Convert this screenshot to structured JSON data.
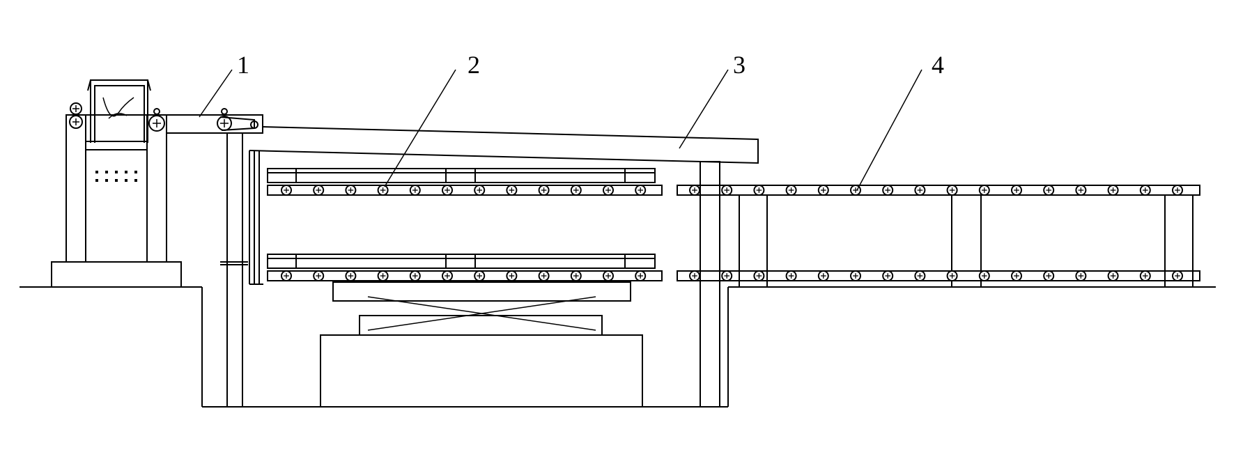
{
  "callouts": [
    {
      "id": "1",
      "label": "1"
    },
    {
      "id": "2",
      "label": "2"
    },
    {
      "id": "3",
      "label": "3"
    },
    {
      "id": "4",
      "label": "4"
    }
  ],
  "colors": {
    "stroke": "#000000",
    "background": "#ffffff"
  }
}
